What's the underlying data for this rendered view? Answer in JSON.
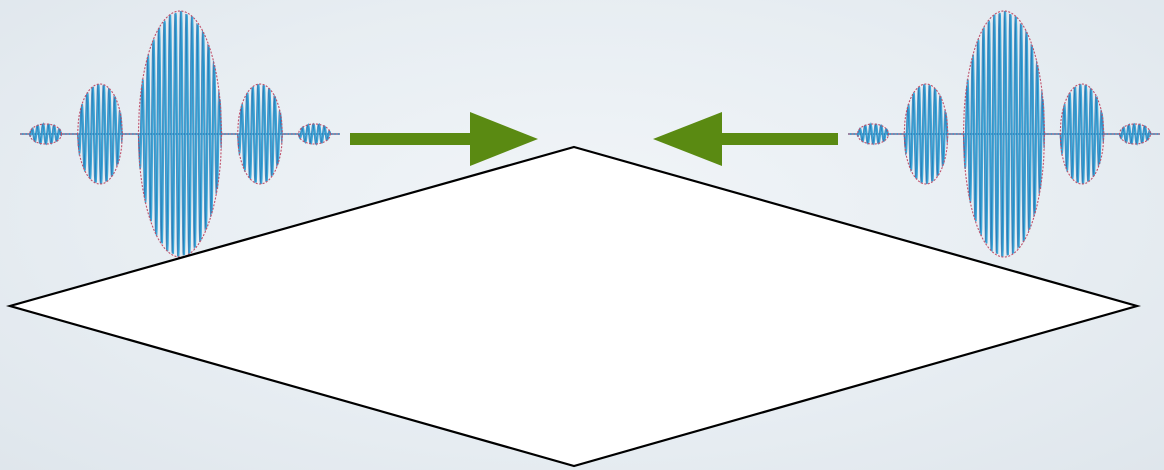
{
  "colors": {
    "background": "#e9eef3",
    "wave_carrier": "#3aa6d8",
    "wave_carrier_dark": "#1f6fae",
    "wave_envelope": "#c0506a",
    "arrow": "#5a8a12",
    "diamond_fill": "#ffffff",
    "diamond_stroke": "#000000"
  },
  "elements": [
    {
      "name": "wave-packet-left",
      "kind": "wave-packet"
    },
    {
      "name": "arrow-right",
      "kind": "arrow",
      "direction": "right"
    },
    {
      "name": "arrow-left",
      "kind": "arrow",
      "direction": "left"
    },
    {
      "name": "wave-packet-right",
      "kind": "wave-packet"
    },
    {
      "name": "diamond-surface",
      "kind": "rhombus"
    }
  ]
}
